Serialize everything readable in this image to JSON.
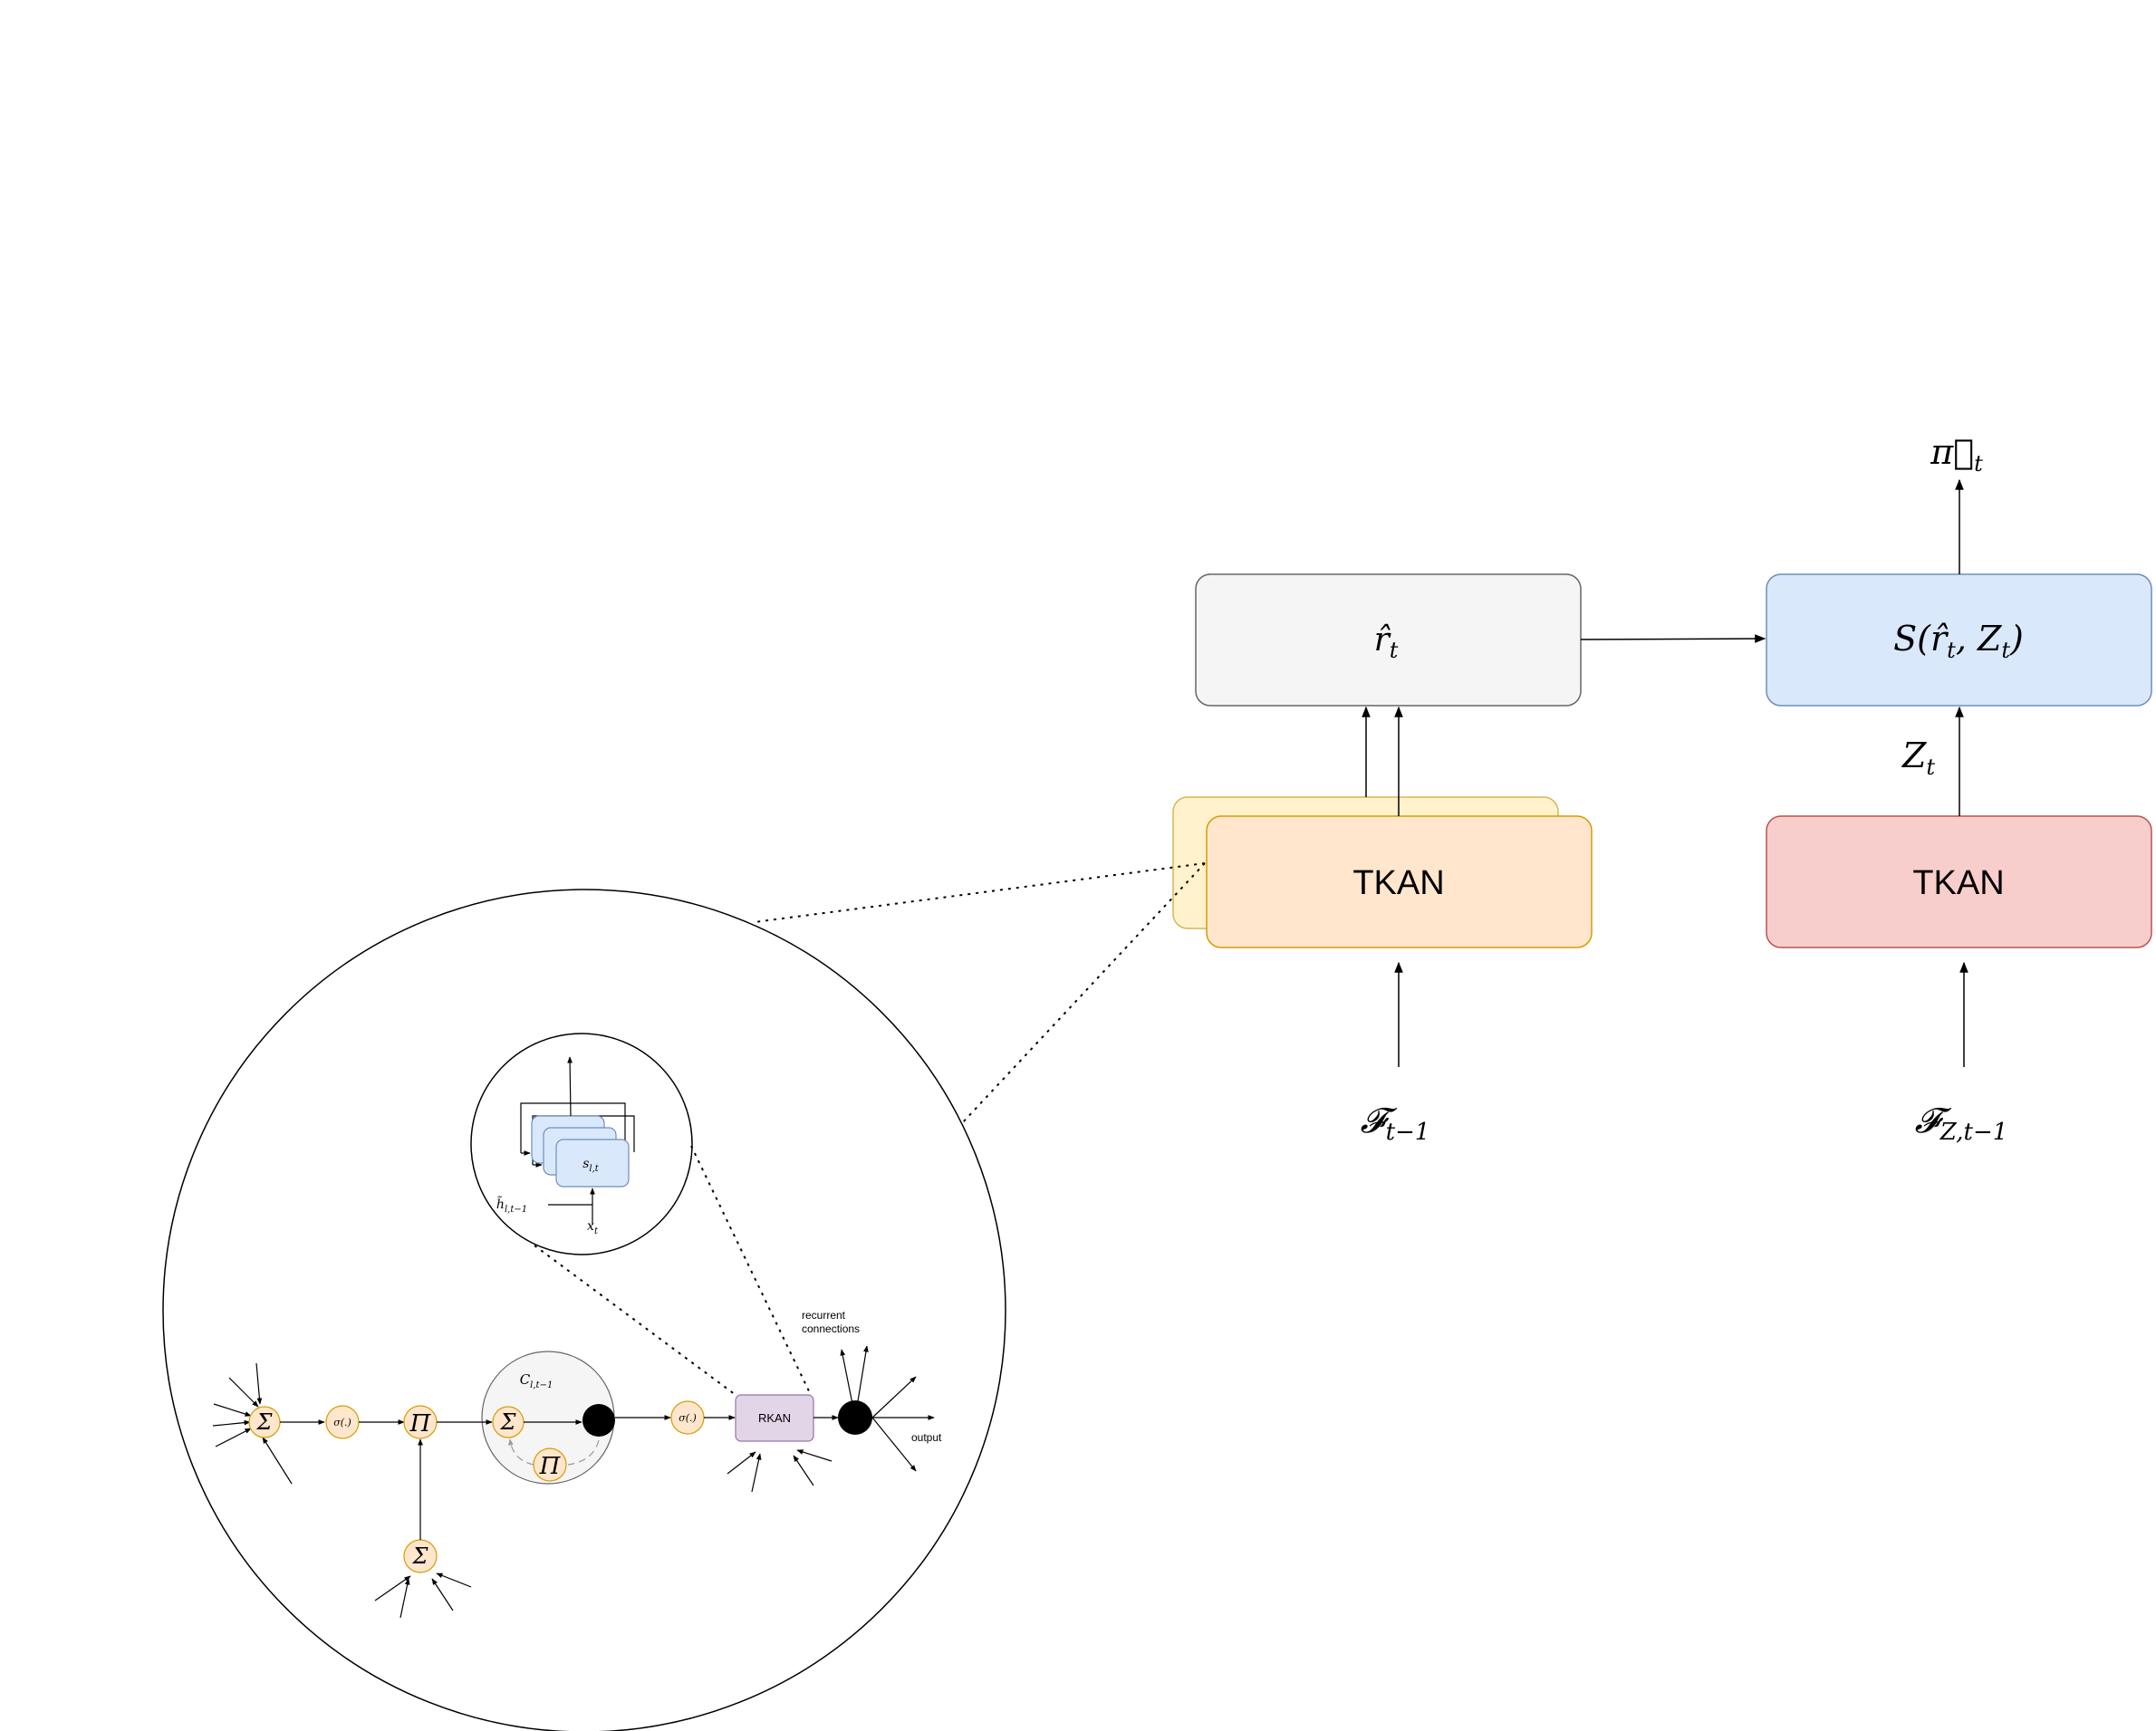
{
  "labels": {
    "r_hat": "r̂",
    "r_hat_sub": "t",
    "s_box_main": "S(r̂",
    "s_box_t": "t",
    "s_box_mid": ", Z",
    "s_box_t2": "t",
    "s_box_close": ")",
    "pi": "π⃗",
    "pi_sub": "t",
    "z": "Z",
    "z_sub": "t",
    "tkan_main": "TKAN",
    "tkan_z": "TKAN",
    "f_main": "𝓕",
    "f_main_sub": "t−1",
    "f_z": "𝓕",
    "f_z_sub": "Z,t−1",
    "c_state": "C",
    "c_state_sub": "l,t−1",
    "s_state": "s",
    "s_state_sub": "l,t",
    "h_tilde": "h̃",
    "h_tilde_sub": "l,t−1",
    "x_in": "x",
    "x_in_sub": "t",
    "sum_sym": "Σ",
    "prod_sym": "Π",
    "sigma": "σ(.)",
    "rkan": "RKAN",
    "recurrent_1": "recurrent",
    "recurrent_2": "connections",
    "output": "output"
  },
  "colors": {
    "tkan_orange_fill": "#ffe6cc",
    "tkan_orange_stroke": "#d79b00",
    "tkan_back_fill": "#fff2cc",
    "tkan_back_stroke": "#d6b656",
    "tkan_red_fill": "#f8cecc",
    "tkan_red_stroke": "#b85450",
    "r_box_fill": "#f5f5f5",
    "r_box_stroke": "#666666",
    "s_box_fill": "#dae8fc",
    "s_box_stroke": "#6c8ebf",
    "rkan_fill": "#e1d5e7",
    "rkan_stroke": "#9673a6"
  }
}
